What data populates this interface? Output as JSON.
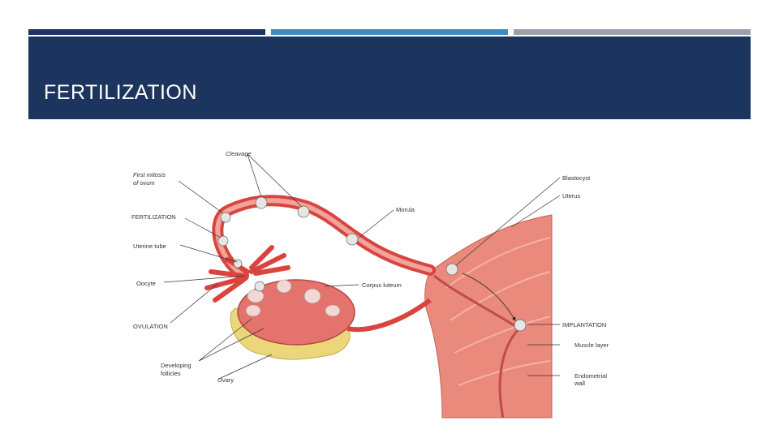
{
  "slide": {
    "title": "FERTILIZATION",
    "colors": {
      "header": "#1c355e",
      "bar_dark": "#1c355e",
      "bar_mid": "#3d8bbf",
      "bar_light": "#9aa3ad"
    }
  },
  "diagram": {
    "labels": {
      "cleavage": "Cleavage",
      "first_mitosis_1": "First mitosis",
      "first_mitosis_2": "of ovum",
      "fertilization": "FERTILIZATION",
      "uterine_tube": "Uterine tube",
      "oocyte": "Oocyte",
      "ovulation": "OVULATION",
      "developing_1": "Developing",
      "developing_2": "follicles",
      "ovary": "Ovary",
      "morula": "Morula",
      "corpus_luteum": "Corpus luteum",
      "blastocyst": "Blastocyst",
      "uterus": "Uterus",
      "implantation": "IMPLANTATION",
      "muscle_layer": "Muscle layer",
      "endometrial_1": "Endometrial",
      "endometrial_2": "wall"
    }
  }
}
